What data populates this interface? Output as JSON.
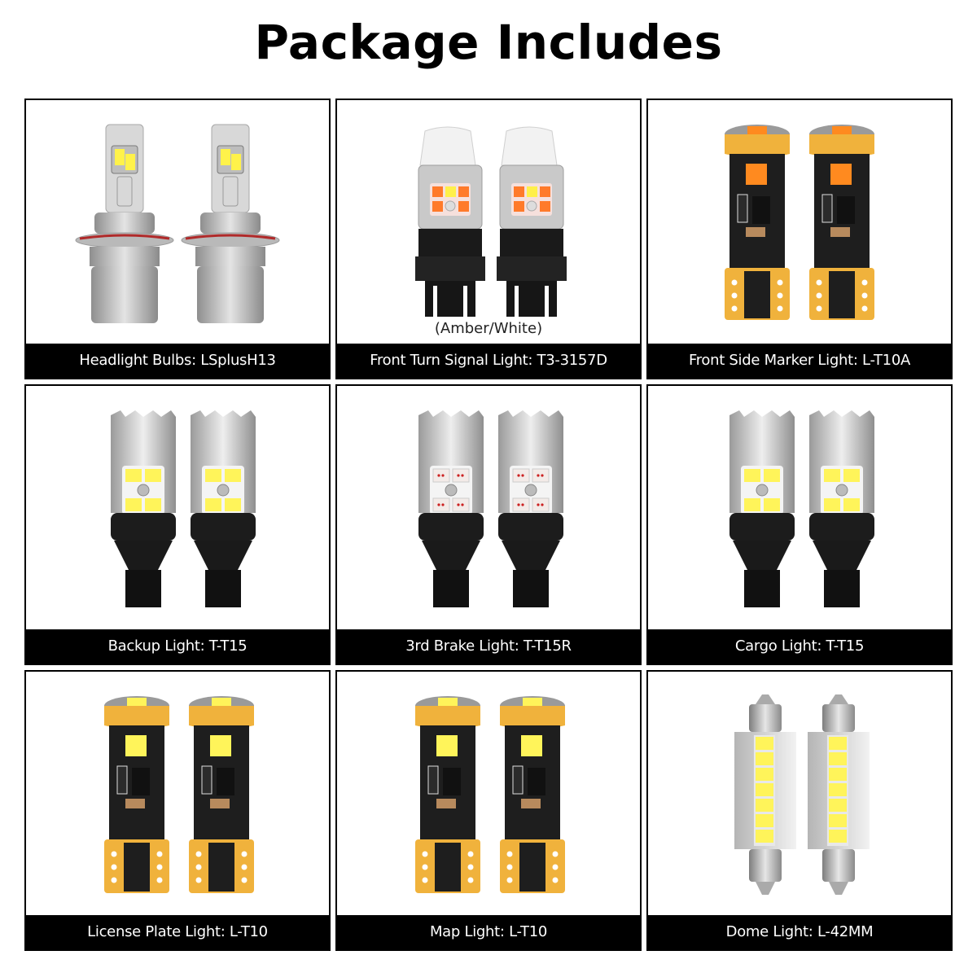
{
  "title": "Package Includes",
  "items": [
    {
      "label": "Headlight Bulbs: LSplusH13",
      "type": "h13",
      "note": ""
    },
    {
      "label": "Front Turn Signal Light: T3-3157D",
      "type": "t3157",
      "note": "(Amber/White)"
    },
    {
      "label": "Front Side Marker Light: L-T10A",
      "type": "t10",
      "note": ""
    },
    {
      "label": "Backup Light: T-T15",
      "type": "t15",
      "note": ""
    },
    {
      "label": "3rd Brake Light: T-T15R",
      "type": "t15r",
      "note": ""
    },
    {
      "label": "Cargo Light: T-T15",
      "type": "t15",
      "note": ""
    },
    {
      "label": "License Plate Light: L-T10",
      "type": "t10w",
      "note": ""
    },
    {
      "label": "Map Light: L-T10",
      "type": "t10w",
      "note": ""
    },
    {
      "label": "Dome Light: L-42MM",
      "type": "festoon",
      "note": ""
    }
  ],
  "colors": {
    "border": "#000000",
    "label_bg": "#000000",
    "label_text": "#ffffff",
    "pcb_gold": "#f0b23c",
    "pcb_black": "#1e1e1e",
    "led_amber": "#ff8a1f",
    "led_white": "#fff45a",
    "led_red": "#d93a2a",
    "metal": "#c8c8c8"
  }
}
